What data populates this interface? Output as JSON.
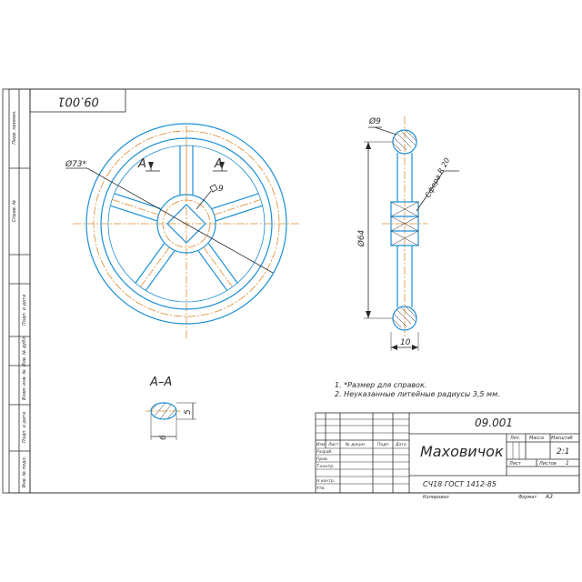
{
  "title_block": {
    "stamp_code_rotated": "09.001",
    "designation": "09.001",
    "part_name": "Маховичок",
    "material": "СЧ18 ГОСТ 1412-85",
    "headers": {
      "lit": "Лит.",
      "mass": "Масса",
      "scale": "Масштаб"
    },
    "scale_value": "2:1",
    "sheet": "Лист",
    "sheets": "Листов",
    "sheets_value": "1",
    "change_row": {
      "izm": "Изм.",
      "list": "Лист",
      "doc": "№ докум.",
      "sign": "Подп.",
      "date": "Дата"
    },
    "role_rows": [
      "Разраб.",
      "Пров.",
      "Т.контр.",
      "",
      "Н.контр.",
      "Утв."
    ],
    "copied": "Копировал",
    "format_label": "Формат",
    "format_value": "А3"
  },
  "side_strip": {
    "labels": [
      "Перв. примен.",
      "Справ. №",
      "Подп. и дата",
      "Инв. № дубл.",
      "Взам. инв. №",
      "Подп. и дата",
      "Инв. № подл."
    ]
  },
  "dimensions": {
    "outer_diameter": "Ø73*",
    "square": "9",
    "section_dia": "Ø9",
    "height_dia": "Ø64",
    "hub_width": "10",
    "sphere": "Сфера R 20",
    "section_h": "5",
    "section_w": "6"
  },
  "section_markers": {
    "left": "А",
    "right": "А",
    "title": "А–А"
  },
  "notes": [
    "1. *Размер для справок.",
    "2. Неуказанные литейные радиусы 3,5 мм."
  ]
}
